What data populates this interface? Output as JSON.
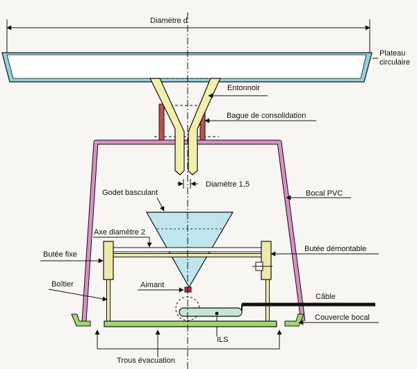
{
  "labels": {
    "diameter": "Diamètre  d",
    "plateau": "Plateau circulaire",
    "plateau_line1": "Plateau",
    "plateau_line2": "circulaire",
    "entonnoir": "Entonnoir",
    "bague": "Bague de consolidation",
    "diametre_15": "Diamètre 1,5",
    "godet": "Godet basculant",
    "bocal": "Bocal PVC",
    "axe": "Axe diamètre 2",
    "butee_fixe": "Butée fixe",
    "butee_demontable": "Butée démontable",
    "boitier": "Boîtier",
    "aimant": "Aimant",
    "cable": "Câble",
    "couvercle": "Couvercle bocal",
    "ils": "ILS",
    "trous": "Trous évacuation"
  },
  "colors": {
    "plateau": "#8fd3e0",
    "funnel": "#f2f0a8",
    "bague": "#c0504d",
    "bocal": "#d98fc2",
    "godet": "#bfe6ec",
    "butee": "#efe9a8",
    "green": "#9fd86f",
    "aimant": "#e0204a",
    "line": "#111111"
  }
}
